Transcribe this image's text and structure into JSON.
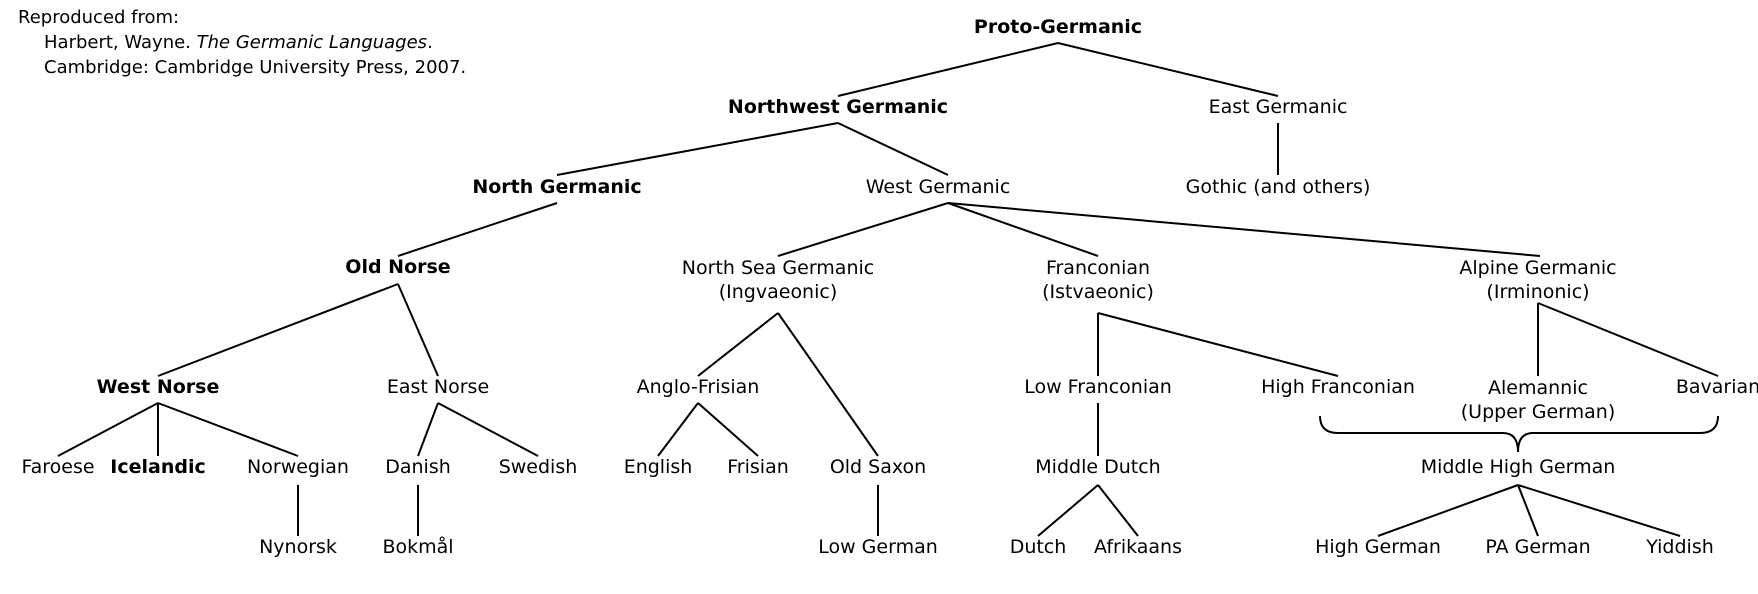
{
  "source": {
    "line1": "Reproduced from:",
    "author": "Harbert, Wayne.",
    "book": "The Germanic Languages",
    "book_end": ".",
    "publisher": "Cambridge: Cambridge University Press, 2007."
  },
  "nodes": {
    "proto_germanic": "Proto-Germanic",
    "northwest_germanic": "Northwest Germanic",
    "east_germanic": "East Germanic",
    "north_germanic": "North Germanic",
    "west_germanic": "West Germanic",
    "gothic": "Gothic (and others)",
    "old_norse": "Old Norse",
    "north_sea_germanic": "North Sea Germanic",
    "ingvaeonic": "(Ingvaeonic)",
    "franconian": "Franconian",
    "istvaeonic": "(Istvaeonic)",
    "alpine_germanic": "Alpine Germanic",
    "irminonic": "(Irminonic)",
    "west_norse": "West Norse",
    "east_norse": "East Norse",
    "anglo_frisian": "Anglo-Frisian",
    "low_franconian": "Low Franconian",
    "high_franconian": "High Franconian",
    "alemannic": "Alemannic",
    "upper_german": "(Upper German)",
    "bavarian": "Bavarian",
    "faroese": "Faroese",
    "icelandic": "Icelandic",
    "norwegian": "Norwegian",
    "danish": "Danish",
    "swedish": "Swedish",
    "english": "English",
    "frisian": "Frisian",
    "old_saxon": "Old Saxon",
    "middle_dutch": "Middle Dutch",
    "middle_high_german": "Middle High German",
    "nynorsk": "Nynorsk",
    "bokmal": "Bokmål",
    "low_german": "Low German",
    "dutch": "Dutch",
    "afrikaans": "Afrikaans",
    "high_german": "High German",
    "pa_german": "PA German",
    "yiddish": "Yiddish"
  }
}
